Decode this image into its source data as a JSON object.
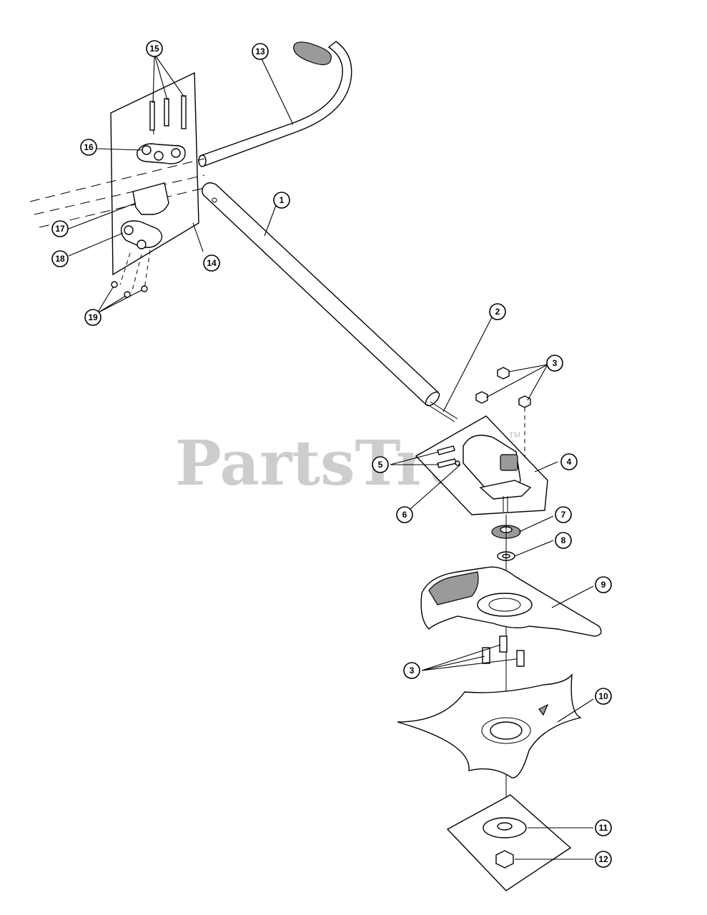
{
  "watermark": {
    "text": "PartsTree",
    "trademark": "TM"
  },
  "callouts": {
    "c1": "1",
    "c2": "2",
    "c3a": "3",
    "c3b": "3",
    "c4": "4",
    "c5": "5",
    "c6": "6",
    "c7": "7",
    "c8": "8",
    "c9": "9",
    "c10": "10",
    "c11": "11",
    "c12": "12",
    "c13": "13",
    "c14": "14",
    "c15": "15",
    "c16": "16",
    "c17": "17",
    "c18": "18",
    "c19": "19"
  }
}
